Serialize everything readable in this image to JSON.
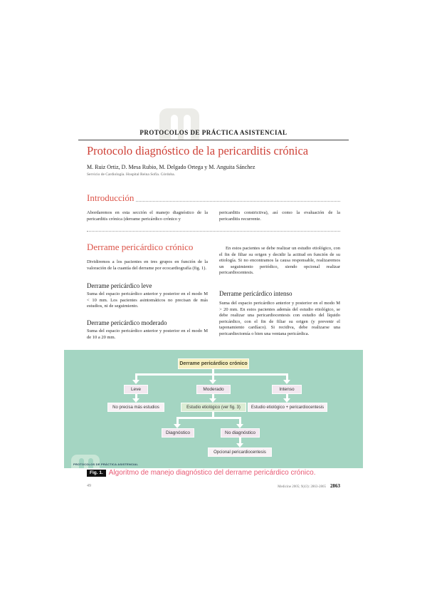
{
  "page": {
    "series_header": "PROTOCOLOS DE PRÁCTICA ASISTENCIAL",
    "title": "Protocolo diagnóstico de la pericarditis crónica",
    "authors": "M. Ruiz Ortiz, D. Mesa Rubio, M. Delgado Ortega y M. Anguita Sánchez",
    "affiliation": "Servicio de Cardiología. Hospital Reina Sofía. Córdoba.",
    "page_number_left": "49",
    "journal_ref": "Medicine 2005; 9(43): 2863-2865",
    "journal_page": "2863"
  },
  "introduccion": {
    "heading": "Introducción",
    "col_left": "Abordaremos en esta sección el manejo diagnóstico de la pericarditis crónica (derrame pericárdico crónico y",
    "col_right": "pericarditis constrictiva), así como la evaluación de la pericarditis recurrente."
  },
  "derrame": {
    "heading": "Derrame pericárdico crónico",
    "intro": "Dividiremos a los pacientes en tres grupos en función de la valoración de la cuantía del derrame por ecocardiografía (fig. 1).",
    "leve_heading": "Derrame pericárdico leve",
    "leve_text": "Suma del espacio pericárdico anterior y posterior en el modo M < 10 mm. Los pacientes asintomáticos no precisan de más estudios, ni de seguimiento.",
    "moderado_heading": "Derrame pericárdico moderado",
    "moderado_text": "Suma del espacio pericárdico anterior y posterior en el modo M de 10 a 20 mm.",
    "moderado_cont": "En estos pacientes se debe realizar un estudio etiológico, con el fin de filiar su origen y decidir la actitud en función de su etiología. Si no encontramos la causa responsable, realizaremos un seguimiento periódico, siendo opcional realizar pericardiocentesis.",
    "intenso_heading": "Derrame pericárdico intenso",
    "intenso_text": "Suma del espacio pericárdico anterior y posterior en el modo M > 20 mm. En estos pacientes además del estudio etiológico, se debe realizar una pericardiocentesis con estudio del líquido pericárdico, con el fin de filiar su origen (y prevenir el taponamiento cardíaco). Si recidiva, debe realizarse una pericardiectomía o bien una ventana pericárdica."
  },
  "figure": {
    "fig_label": "Fig. 1.",
    "caption": "Algoritmo de manejo diagnóstico del derrame pericárdico crónico.",
    "watermark": "PROTOCOLOS DE PRÁCTICA ASISTENCIAL",
    "colors": {
      "background": "#a4d5c2",
      "root_box": "#f7f0c0",
      "category_box": "#f3e8f0",
      "action_box": "#f9f2f6",
      "highlight_box": "#dcedd4",
      "arrow": "#ffffff"
    },
    "nodes": {
      "root": "Derrame pericárdico crónico",
      "leve": "Leve",
      "moderado": "Moderado",
      "intenso": "Intenso",
      "no_estudios": "No precisa más estudios",
      "estudio_etiologico": "Estudio etiológico (ver fig. 3)",
      "estudio_pericardiocentesis": "Estudio etiológico + pericardiocentesis",
      "diagnostico": "Diagnóstico",
      "no_diagnostico": "No diagnóstico",
      "opcional": "Opcional pericardiocentesis"
    },
    "edges": [
      "root->leve",
      "root->moderado",
      "root->intenso",
      "leve->no_estudios",
      "moderado->estudio_etiologico",
      "intenso->estudio_pericardiocentesis",
      "estudio_etiologico->diagnostico",
      "estudio_etiologico->no_diagnostico",
      "no_diagnostico->opcional"
    ]
  }
}
